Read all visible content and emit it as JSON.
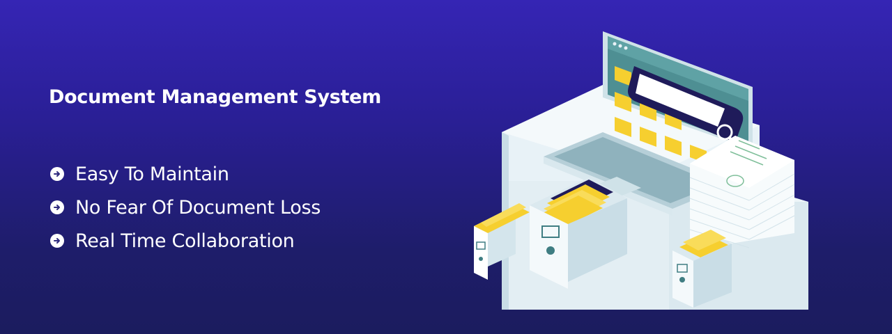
{
  "banner": {
    "title": "Document Management System",
    "features": [
      {
        "label": "Easy To Maintain",
        "icon": "arrow-circle-right-icon"
      },
      {
        "label": "No Fear Of Document Loss",
        "icon": "arrow-circle-right-icon"
      },
      {
        "label": "Real Time Collaboration",
        "icon": "arrow-circle-right-icon"
      }
    ]
  },
  "illustration": {
    "subject": "file-cabinets-laptop-documents",
    "colors": {
      "cabinet": "#e8f2f7",
      "cabinet_side": "#c9dde6",
      "screen": "#4e8f93",
      "folder": "#f6cf2f",
      "search_bar": "#1f1b5a"
    }
  },
  "colors": {
    "background_top": "#3525b4",
    "background_bottom": "#1b1c5e",
    "text": "#ffffff",
    "bullet_arrow": "#2e2a7e"
  }
}
